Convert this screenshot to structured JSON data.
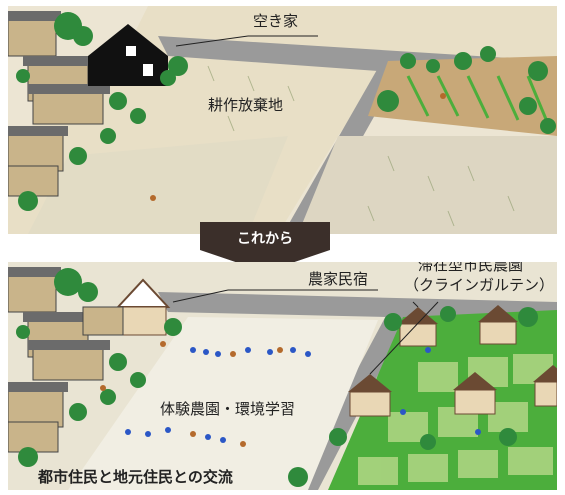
{
  "top": {
    "labels": {
      "vacant_house": "空き家",
      "abandoned_farmland": "耕作放棄地"
    }
  },
  "arrow": {
    "label": "これから"
  },
  "bottom": {
    "labels": {
      "farm_inn": "農家民宿",
      "stay_garden": "滞在型市民農園",
      "kleingarten": "（クラインガルテン）",
      "experience": "体験農園・環境学習",
      "exchange": "都市住民と地元住民との交流"
    }
  },
  "colors": {
    "field_light": "#e9e0cb",
    "road": "#9a9a9a",
    "tree": "#2f8a3c",
    "house_wall": "#c9b48a",
    "house_roof": "#6b6b6b",
    "vacant_house": "#111111",
    "arrow": "#3b2f2a",
    "farm_green": "#4cae3c",
    "worker_blue": "#2b57c6",
    "worker_brown": "#b46a2c"
  }
}
